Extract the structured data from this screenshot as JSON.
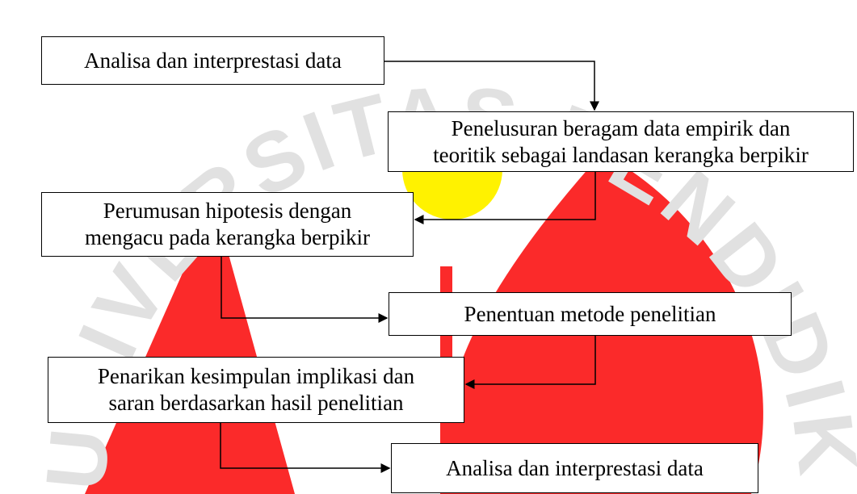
{
  "diagram": {
    "watermark_text": "UNIVERSITAS PENDIDIKAN INDONESIA",
    "watermark_colors": {
      "red": "#fb2a2a",
      "yellow": "#fff200",
      "gray": "#e1e1e1"
    },
    "boxes": [
      {
        "lines": [
          "Analisa dan interprestasi data"
        ]
      },
      {
        "lines": [
          "Penelusuran beragam data empirik dan",
          "teoritik sebagai landasan kerangka berpikir"
        ]
      },
      {
        "lines": [
          "Perumusan hipotesis dengan",
          "mengacu pada kerangka berpikir"
        ]
      },
      {
        "lines": [
          "Penentuan metode penelitian"
        ]
      },
      {
        "lines": [
          "Penarikan kesimpulan implikasi dan",
          "saran berdasarkan hasil penelitian"
        ]
      },
      {
        "lines": [
          "Analisa dan interprestasi data"
        ]
      }
    ]
  }
}
